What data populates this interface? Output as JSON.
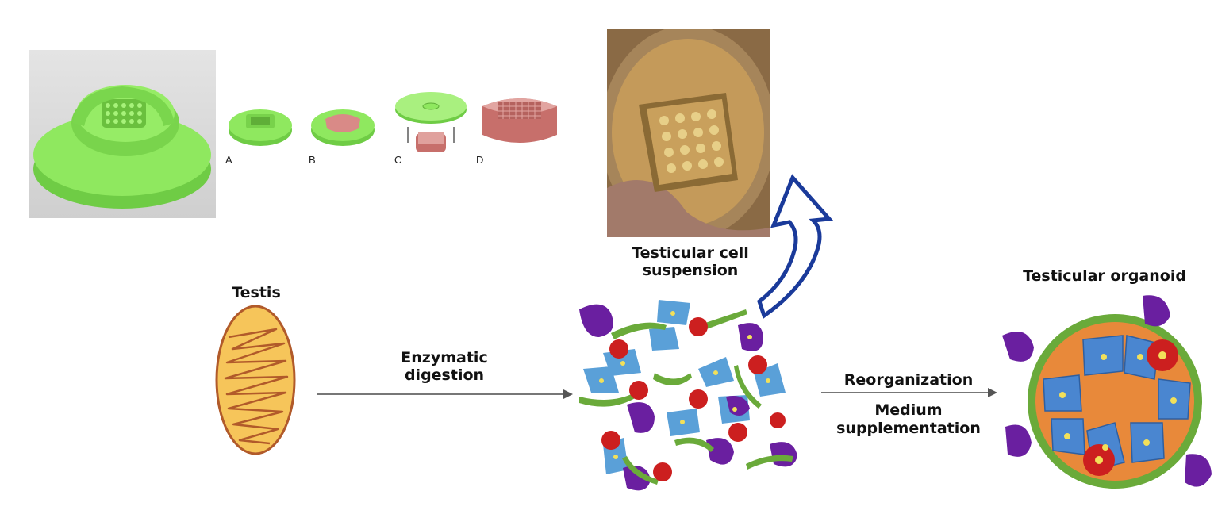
{
  "labels": {
    "testis": "Testis",
    "enzymatic_line1": "Enzymatic",
    "enzymatic_line2": "digestion",
    "suspension_line1": "Testicular cell",
    "suspension_line2": "suspension",
    "organoid": "Testicular organoid",
    "reorganization": "Reorganization",
    "medium_line1": "Medium",
    "medium_line2": "supplementation"
  },
  "panel_letters": [
    "A",
    "B",
    "C",
    "D"
  ],
  "colors": {
    "mold_green": "#86e05a",
    "mold_pink": "#d98a87",
    "testis_fill": "#f6c55a",
    "testis_stroke": "#b15a2a",
    "cell_blue": "#5aa0d8",
    "cell_purple": "#6a1fa0",
    "cell_green": "#6aaa3a",
    "cell_red": "#cc1f1f",
    "organoid_orange": "#e8893a",
    "arrow_blue": "#1a3a9a",
    "arrow_gray": "#777777"
  }
}
